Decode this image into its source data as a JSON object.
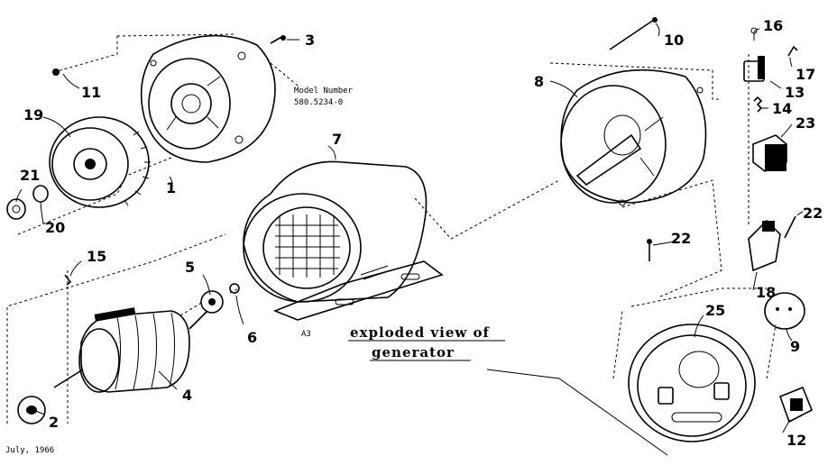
{
  "model": {
    "label": "Model Number",
    "number": "580.5234-0"
  },
  "caption": {
    "line1": "exploded view of",
    "line2": "generator"
  },
  "date": "July, 1966",
  "tag": "A3",
  "parts": {
    "p1": "1",
    "p2": "2",
    "p3": "3",
    "p4": "4",
    "p5": "5",
    "p6": "6",
    "p7": "7",
    "p8": "8",
    "p9": "9",
    "p10": "10",
    "p11": "11",
    "p12": "12",
    "p13": "13",
    "p14": "14",
    "p15": "15",
    "p16": "16",
    "p17": "17",
    "p18": "18",
    "p19": "19",
    "p20": "20",
    "p21": "21",
    "p22a": "22",
    "p22b": "22",
    "p23": "23",
    "p25": "25"
  }
}
